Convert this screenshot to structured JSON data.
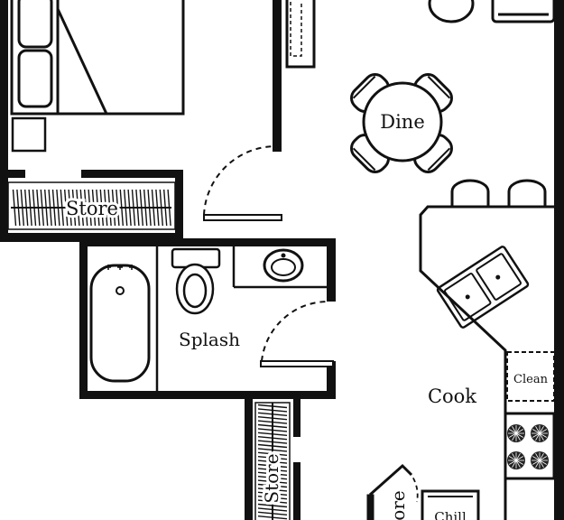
{
  "rooms": {
    "dine": "Dine",
    "store_top": "Store",
    "splash": "Splash",
    "cook": "Cook",
    "clean": "Clean",
    "store_bottom": "Store",
    "store_partial": "ore",
    "chill": "Chill"
  },
  "icons": [
    "bed-icon",
    "nightstand-icon",
    "dining-table-icon",
    "chair-icon",
    "bar-stool-icon",
    "bathtub-icon",
    "toilet-icon",
    "bathroom-sink-icon",
    "kitchen-sink-icon",
    "dishwasher-icon",
    "stove-icon",
    "refrigerator-icon",
    "closet-hanger-icon",
    "door-swing-icon",
    "shelf-icon"
  ],
  "colors": {
    "wall": "#111111",
    "background": "#ffffff"
  }
}
